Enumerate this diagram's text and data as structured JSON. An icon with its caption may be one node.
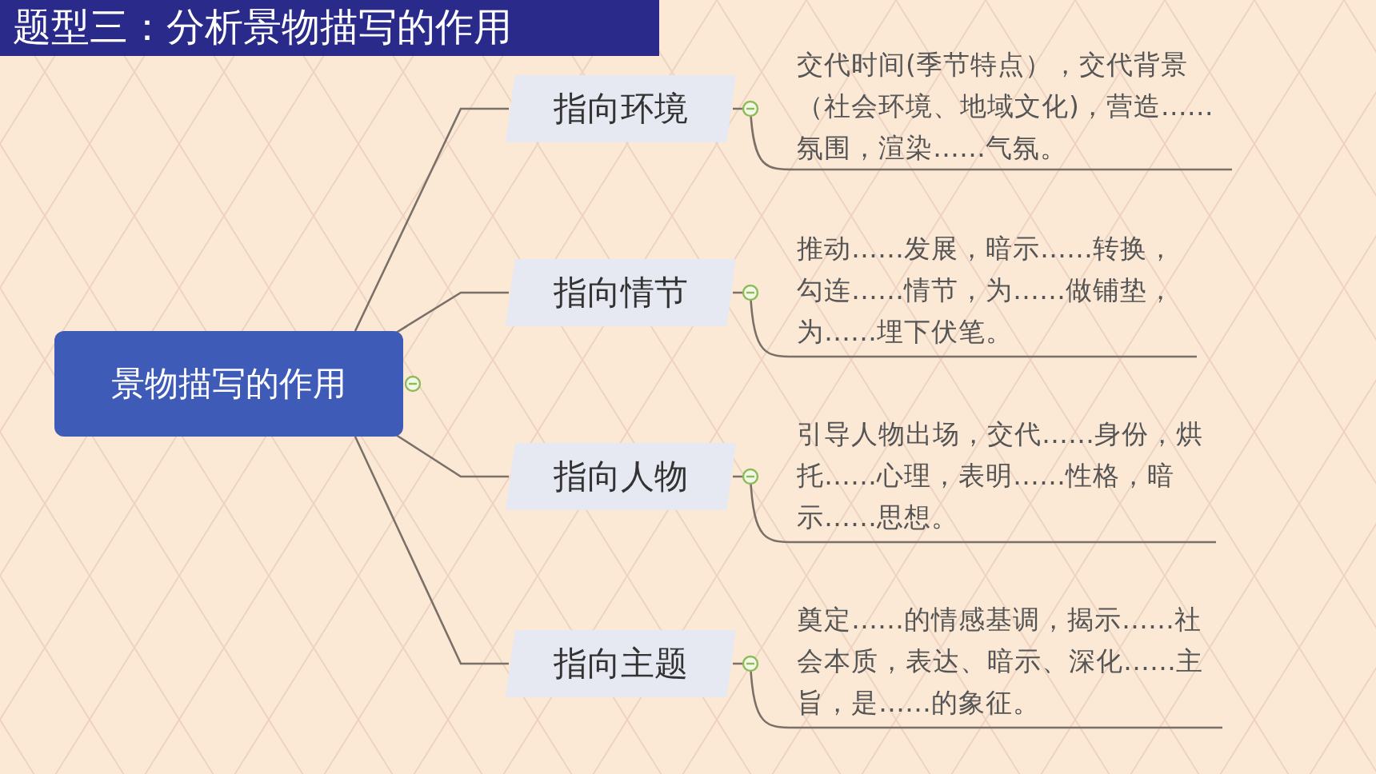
{
  "diagram": {
    "title": "题型三：分析景物描写的作用",
    "nodes": [
      {
        "text": [
          "景物描写的作用"
        ]
      },
      {
        "text": [
          "指向环境"
        ]
      },
      {
        "text": [
          "指向情节"
        ]
      },
      {
        "text": [
          "指向人物"
        ]
      },
      {
        "text": [
          "指向主题"
        ]
      },
      {
        "text": [
          "交代时间(季节特点），交代背景（社会环境、地域文化)，营造……氛围，渲染……气氛。"
        ]
      },
      {
        "text": [
          "推动……发展，暗示……转换，勾连……情节，为……做铺垫，为……埋下伏笔。"
        ]
      },
      {
        "text": [
          "引导人物出场，交代……身份，烘托……心理，表明……性格，暗示……思想。"
        ]
      },
      {
        "text": [
          "奠定……的情感基调，揭示……社会本质，表达、暗示、深化……主旨，是……的象征。"
        ]
      }
    ],
    "edges": [
      {
        "from": 0,
        "to": 1,
        "arrow": "none"
      },
      {
        "from": 0,
        "to": 2,
        "arrow": "none"
      },
      {
        "from": 0,
        "to": 3,
        "arrow": "none"
      },
      {
        "from": 0,
        "to": 4,
        "arrow": "none"
      },
      {
        "from": 1,
        "to": 5,
        "arrow": "none"
      },
      {
        "from": 2,
        "to": 6,
        "arrow": "none"
      },
      {
        "from": 3,
        "to": 7,
        "arrow": "none"
      },
      {
        "from": 4,
        "to": 8,
        "arrow": "none"
      }
    ]
  }
}
